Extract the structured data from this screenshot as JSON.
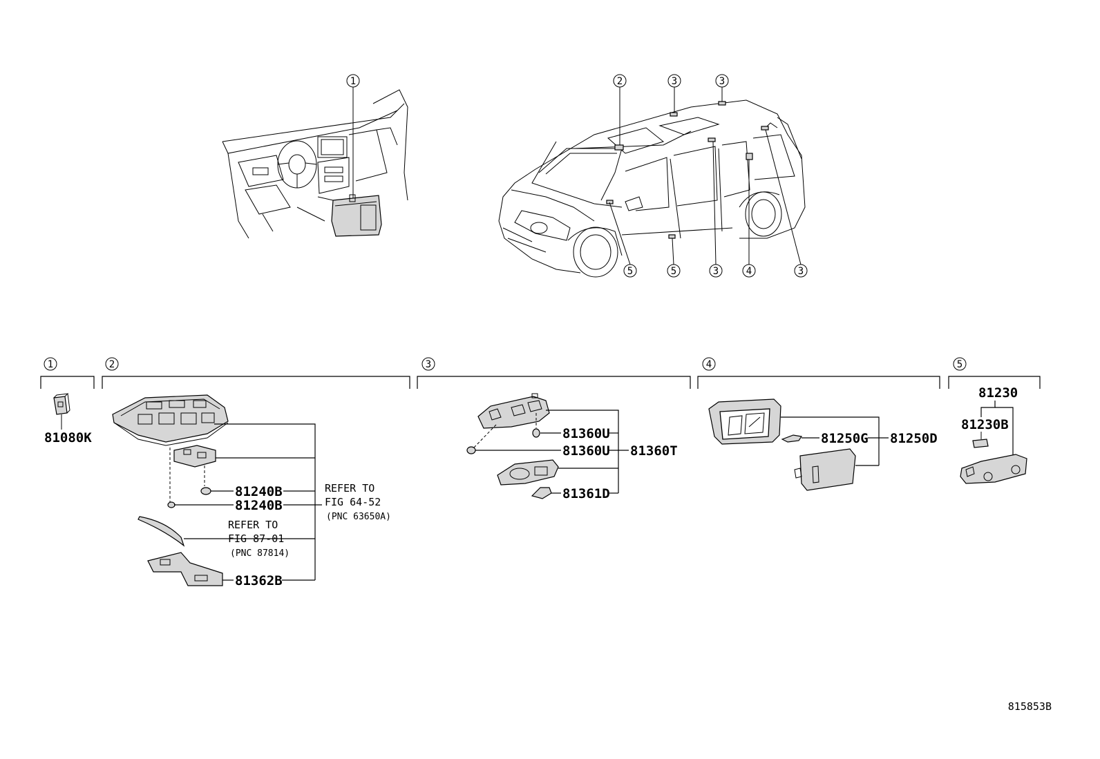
{
  "diagram_id": "815853B",
  "callouts": {
    "c1": "1",
    "c2": "2",
    "c3": "3",
    "c4": "4",
    "c5": "5"
  },
  "groups": {
    "g1": {
      "num": "1",
      "part": "81080K"
    },
    "g2": {
      "num": "2",
      "bulb_a": "81240B",
      "bulb_b": "81240B",
      "cover": "81362B",
      "refer1": {
        "line1": "REFER TO",
        "line2": "FIG 64-52",
        "line3": "(PNC 63650A)"
      },
      "refer2": {
        "line1": "REFER TO",
        "line2": "FIG 87-01",
        "line3": "(PNC 87814)"
      }
    },
    "g3": {
      "num": "3",
      "bulb_a": "81360U",
      "bulb_b": "81360U",
      "lens": "81361D",
      "assy": "81360T"
    },
    "g4": {
      "num": "4",
      "bulb": "81250G",
      "assy": "81250D"
    },
    "g5": {
      "num": "5",
      "assy": "81230",
      "bulb": "81230B"
    }
  }
}
